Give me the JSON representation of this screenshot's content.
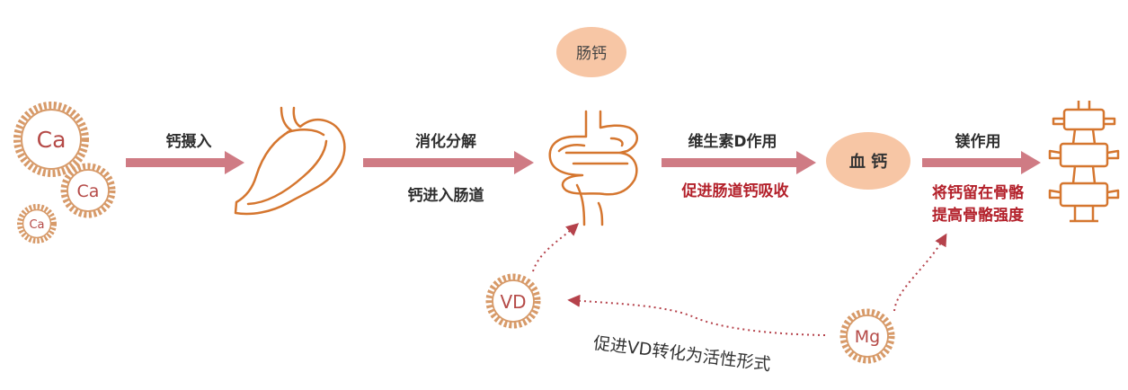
{
  "colors": {
    "arrow": "#cf7b84",
    "organ_stroke": "#d5762f",
    "mineral_ring": "#d79a69",
    "mineral_text": "#b54a47",
    "bubble_fill": "#f7c6a5",
    "dotted_arrow": "#b5424b",
    "emphasis_text": "#b3202a"
  },
  "icons": [
    "calcium-circle-icon",
    "stomach-icon",
    "intestine-icon",
    "spine-icon",
    "vitamin-d-circle-icon",
    "magnesium-circle-icon"
  ],
  "minerals": {
    "ca_large": "Ca",
    "ca_medium": "Ca",
    "ca_small": "Ca",
    "vd": "VD",
    "mg": "Mg"
  },
  "bubbles": {
    "intestinal_calcium": "肠钙",
    "blood_calcium": "血 钙"
  },
  "steps": {
    "intake": "钙摄入",
    "digestion": "消化分解",
    "into_intestine": "钙进入肠道",
    "vitamin_d_action": "维生素D作用",
    "promote_absorption": "促进肠道钙吸收",
    "magnesium_action": "镁作用",
    "bone_line1": "将钙留在骨骼",
    "bone_line2": "提高骨骼强度"
  },
  "mg_effect_label": "促进VD转化为活性形式"
}
